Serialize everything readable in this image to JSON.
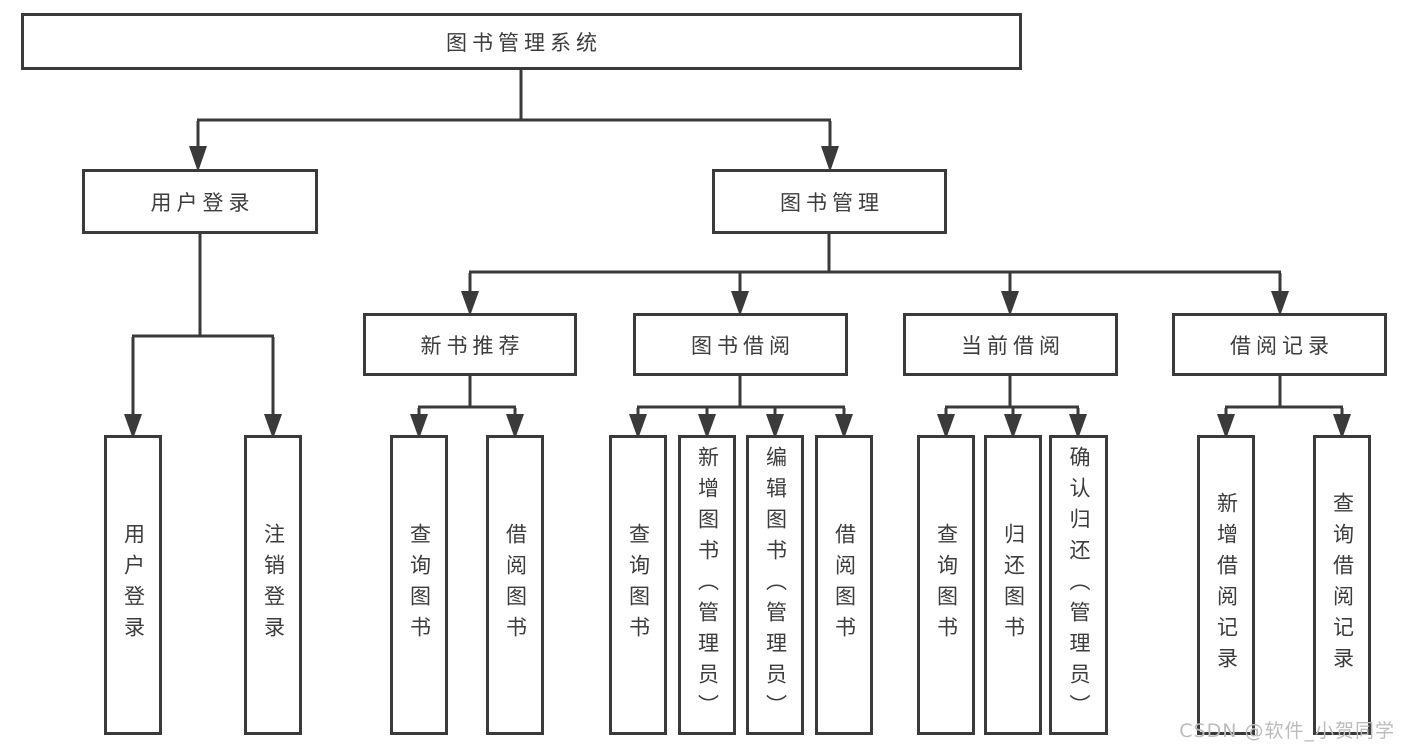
{
  "tree": {
    "root": "图书管理系统",
    "branches": [
      {
        "label": "用户登录",
        "leaves": [
          "用户登录",
          "注销登录"
        ]
      },
      {
        "label": "图书管理",
        "children": [
          {
            "label": "新书推荐",
            "leaves": [
              "查询图书",
              "借阅图书"
            ]
          },
          {
            "label": "图书借阅",
            "leaves": [
              "查询图书",
              "新增图书（管理员）",
              "编辑图书（管理员）",
              "借阅图书"
            ]
          },
          {
            "label": "当前借阅",
            "leaves": [
              "查询图书",
              "归还图书",
              "确认归还（管理员）"
            ]
          },
          {
            "label": "借阅记录",
            "leaves": [
              "新增借阅记录",
              "查询借阅记录"
            ]
          }
        ]
      }
    ]
  },
  "watermark": {
    "text": "CSDN @软件_小贺同学"
  },
  "colors": {
    "line": "#3a3a3a",
    "text": "#3c3c3c",
    "watermark": "#bcbcbc",
    "background": "#ffffff"
  }
}
